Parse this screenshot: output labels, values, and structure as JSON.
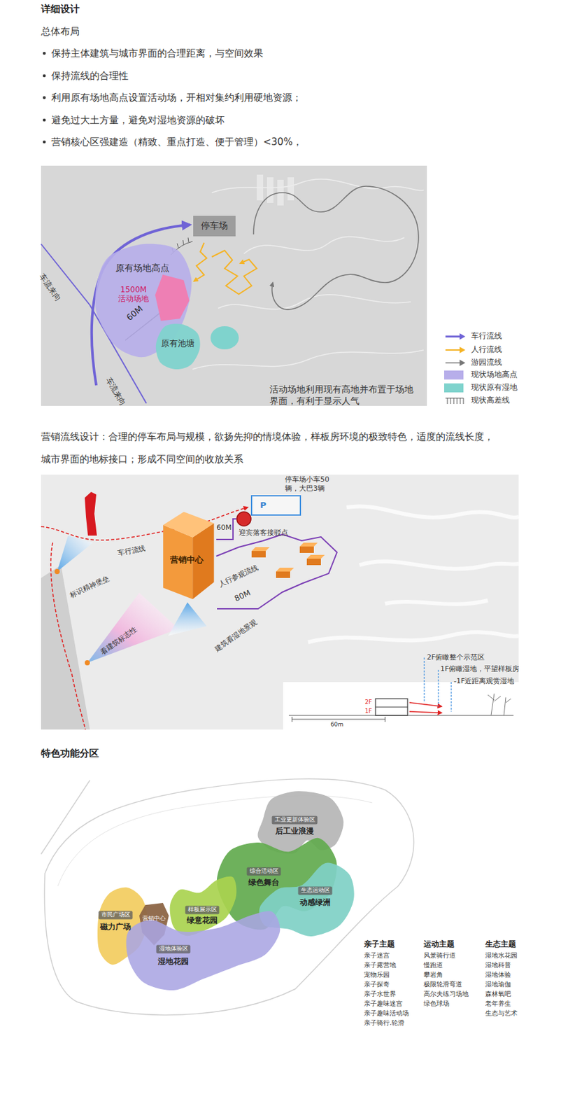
{
  "diagram": {
    "title": "详细设计",
    "nodes": [
      {
        "text": [
          "停车场"
        ]
      },
      {
        "text": [
          "原有场地高点",
          "1500M 活动场地"
        ]
      },
      {
        "text": [
          "原有池塘"
        ]
      },
      {
        "text": [
          "停车场小车50辆，大巴3辆",
          "P"
        ]
      },
      {
        "text": [
          "迎宾落客接驳点"
        ]
      },
      {
        "text": [
          "营销中心"
        ]
      },
      {
        "text": [
          "工业更新体验区",
          "后工业浪漫"
        ]
      },
      {
        "text": [
          "综合活动区",
          "绿色舞台"
        ]
      },
      {
        "text": [
          "生态运动区",
          "动感绿洲"
        ]
      },
      {
        "text": [
          "样板展示区",
          "绿意花园"
        ]
      },
      {
        "text": [
          "市民广场区",
          "磁力广场"
        ]
      },
      {
        "text": [
          "营销中心"
        ]
      },
      {
        "text": [
          "湿地体验区",
          "湿地花园"
        ]
      }
    ],
    "edges": [
      {
        "from": 5,
        "to": 4,
        "arrow": "none",
        "label": "60M"
      }
    ],
    "labels": [
      "总体布局",
      "保持主体建筑与城市界面的合理距离，与空间效果",
      "保持流线的合理性",
      "利用原有场地高点设置活动场，开相对集约利用硬地资源；",
      "避免过大土方量，避免对湿地资源的破坏",
      "营销核心区强建造（精致、重点打造、便于管理）<30%，",
      "车流来向",
      "车流来向",
      "60M",
      "活动场地利用现有高地并布置于场地界面，有利于显示人气",
      "营销流线设计：合理的停车布局与规模，欲扬先抑的情境体验，样板房环境的极致特色，适度的流线长度，城市界面的地标接口；形成不同空间的收放关系",
      "车行流线",
      "人行参观流线",
      "80M",
      "标识精神堡垒",
      "建筑看湿地景观",
      "看建筑标志性",
      "2F俯瞰整个示范区",
      "1F俯瞰湿地，平望样板房",
      "-1F近距离观赏湿地",
      "2F",
      "1F",
      "60m",
      "特色功能分区",
      "亲子主题",
      "亲子迷宫",
      "亲子露营地",
      "宠物乐园",
      "亲子探奇",
      "亲子水世界",
      "亲子趣味迷宫",
      "亲子趣味活动场",
      "亲子骑行.轮滑",
      "运动主题",
      "风景骑行道",
      "慢跑道",
      "攀岩角",
      "极限轮滑弯道",
      "高尔夫练习场地",
      "绿色球场",
      "生态主题",
      "湿地水花园",
      "湿地科普",
      "湿地体验",
      "湿地瑜伽",
      "森林氧吧",
      "老年养生",
      "生态与艺术"
    ],
    "legend": [
      {
        "text": "车行流线",
        "color": "#6f63d6"
      },
      {
        "text": "人行流线",
        "color": "#f5b324"
      },
      {
        "text": "游园流线",
        "color": "#777777"
      },
      {
        "text": "现状场地高点",
        "color": "#b7aeea"
      },
      {
        "text": "现状原有湿地",
        "color": "#7fd3cd"
      },
      {
        "text": "现状高差线"
      }
    ]
  }
}
